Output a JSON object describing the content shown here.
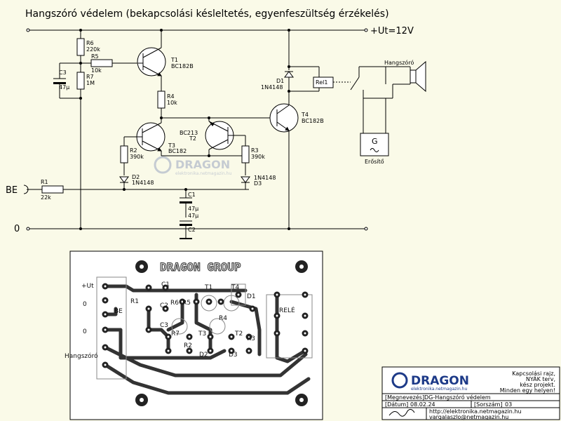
{
  "title": "Hangszóró védelem (bekapcsolási késleltetés, egyenfeszültség érzékelés)",
  "supply_label": "+Ut=12V",
  "input_label": "BE",
  "ground_label": "0",
  "watermark": {
    "brand": "DRAGON",
    "site": "elektronika.netmagazin.hu"
  },
  "components": {
    "r6": {
      "name": "R6",
      "value": "220k"
    },
    "r5": {
      "name": "R5",
      "value": "10k"
    },
    "r7": {
      "name": "R7",
      "value": "1M"
    },
    "c3": {
      "name": "C3",
      "value": "47µ"
    },
    "t1": {
      "name": "T1",
      "value": "BC182B"
    },
    "r4": {
      "name": "R4",
      "value": "10k"
    },
    "t2": {
      "name": "T2",
      "value": "BC213"
    },
    "t3": {
      "name": "T3",
      "value": "BC182"
    },
    "r2": {
      "name": "R2",
      "value": "390k"
    },
    "r3": {
      "name": "R3",
      "value": "390k"
    },
    "d2": {
      "name": "D2",
      "value": "1N4148"
    },
    "d3": {
      "name": "D3",
      "value": "1N4148"
    },
    "r1": {
      "name": "R1",
      "value": "22k"
    },
    "c1": {
      "name": "C1",
      "value": "47µ"
    },
    "c2": {
      "name": "C2",
      "value": "47µ"
    },
    "d1": {
      "name": "D1",
      "value": "1N4148"
    },
    "t4": {
      "name": "T4",
      "value": "BC182B"
    },
    "rel1": {
      "name": "Rel1"
    },
    "speaker": {
      "name": "Hangszóró"
    },
    "amp": {
      "symbol": "G",
      "name": "Erősítő"
    }
  },
  "pcb": {
    "title": "DRAGON GROUP",
    "left_labels": [
      "+Ut",
      "0",
      "0",
      "Hangszóró"
    ],
    "be_label": "BE",
    "rele_label": "RELÉ",
    "parts": [
      "C1",
      "R1",
      "C2",
      "R6",
      "R5",
      "C3",
      "R7",
      "T3",
      "T1",
      "T4",
      "D1",
      "R4",
      "T2",
      "R3",
      "R2",
      "D2",
      "D3"
    ]
  },
  "title_block": {
    "brand": "DRAGON",
    "brand_sub": "elektronika.netmagazin.hu",
    "description": [
      "Kapcsolási rajz,",
      "NYÁK terv,",
      "kész projekt.",
      "Minden egy helyen!"
    ],
    "name_label": "[Megnevezés]",
    "name_value": "DG-Hangszóró védelem",
    "date_label": "[Dátum]",
    "date_value": "08.02.24",
    "serial_label": "[Sorszám]",
    "serial_value": "03",
    "url": "http://elektronika.netmagazin.hu",
    "email": "vargalaszlo@netmagazin.hu"
  }
}
